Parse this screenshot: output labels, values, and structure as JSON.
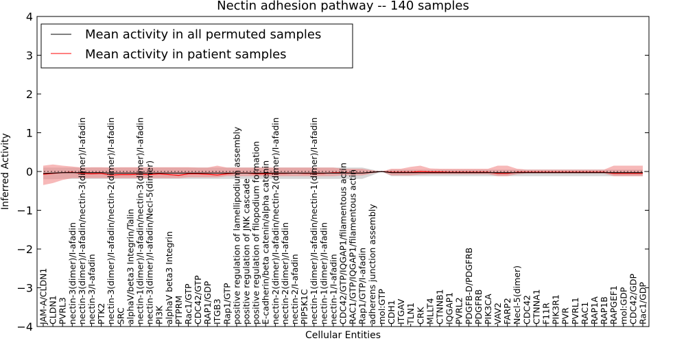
{
  "chart_data": {
    "type": "line",
    "title": "Nectin adhesion pathway -- 140 samples",
    "xlabel": "Cellular Entities",
    "ylabel": "Inferred Activity",
    "ylim": [
      -4,
      4
    ],
    "yticks": [
      -4,
      -3,
      -2,
      -1,
      0,
      1,
      2,
      3,
      4
    ],
    "legend_position": "top-left",
    "categories": [
      "JAM-A/CLDN1",
      "CLDN1",
      "PVRL3",
      "nectin-3(dimer)/I-afadin",
      "nectin-3(dimer)/I-afadin/nectin-3(dimer)/I-afadin",
      "nectin-3/I-afadin",
      "PTK2",
      "nectin-3(dimer)/I-afadin/nectin-2(dimer)/I-afadin",
      "SRC",
      "alphaV/beta3 Integrin/Talin",
      "nectin-1(dimer)/I-afadin/nectin-3(dimer)/I-afadin",
      "nectin-3(dimer)/I-afadin/Necl-5(dimer)",
      "PI3K",
      "alphaV beta3 Integrin",
      "PTPRM",
      "Rac1/GTP",
      "CDC42/GTP",
      "RAP1/GDP",
      "ITGB3",
      "Rap1/GTP",
      "positive regulation of lamellipodium assembly",
      "positive regulation of JNK cascade",
      "positive regulation of filopodium formation",
      "E-cadherin/beta catenin/alpha catenin",
      "nectin-2(dimer)/I-afadin/nectin-2(dimer)/I-afadin",
      "nectin-2(dimer)/I-afadin",
      "nectin-2/I-afadin",
      "PIP5K1C",
      "nectin-1(dimer)/I-afadin/nectin-1(dimer)/I-afadin",
      "nectin-1(dimer)/I-afadin",
      "nectin-1/I-afadin",
      "CDC42/GTP/IQGAP1/filamentous actin",
      "RAC1/GTP/IQGAP1/filamentous actin",
      "Rap1/GTP/I-afadin",
      "adherens junction assembly",
      "mol:GTP",
      "CDH1",
      "ITGAV",
      "TLN1",
      "CRK",
      "MLLT4",
      "CTNNB1",
      "IQGAP1",
      "PVRL2",
      "PDGFB-D/PDGFRB",
      "PDGFRB",
      "PIK3CA",
      "VAV2",
      "FARP2",
      "Necl-5(dimer)",
      "CDC42",
      "CTNNA1",
      "F11R",
      "PIK3R1",
      "PVR",
      "PVRL1",
      "RAC1",
      "RAP1A",
      "RAP1B",
      "RAPGEF1",
      "mol:GDP",
      "CDC42/GDP",
      "Rac1/GDP"
    ],
    "series": [
      {
        "name": "Mean activity in all permuted samples",
        "color": "#000000",
        "band_color": "#bdbdbd",
        "values": [
          -0.05,
          -0.04,
          -0.03,
          -0.03,
          -0.03,
          -0.03,
          -0.03,
          -0.04,
          -0.04,
          -0.04,
          -0.04,
          -0.04,
          -0.04,
          -0.04,
          -0.04,
          -0.04,
          -0.04,
          -0.04,
          -0.04,
          -0.04,
          -0.04,
          -0.04,
          -0.04,
          -0.04,
          -0.04,
          -0.04,
          -0.04,
          -0.04,
          -0.04,
          -0.04,
          -0.04,
          -0.04,
          -0.04,
          -0.04,
          -0.02,
          0.0,
          -0.03,
          -0.03,
          -0.03,
          -0.03,
          -0.03,
          -0.03,
          -0.03,
          -0.03,
          -0.03,
          -0.03,
          -0.03,
          -0.03,
          -0.03,
          -0.03,
          -0.03,
          -0.03,
          -0.03,
          -0.03,
          -0.03,
          -0.03,
          -0.03,
          -0.03,
          -0.03,
          -0.03,
          -0.03,
          -0.03,
          -0.03
        ],
        "band_low": [
          -0.2,
          -0.2,
          -0.19,
          -0.19,
          -0.19,
          -0.19,
          -0.19,
          -0.19,
          -0.19,
          -0.19,
          -0.19,
          -0.19,
          -0.19,
          -0.19,
          -0.19,
          -0.19,
          -0.19,
          -0.19,
          -0.19,
          -0.19,
          -0.19,
          -0.19,
          -0.19,
          -0.19,
          -0.19,
          -0.19,
          -0.19,
          -0.19,
          -0.19,
          -0.19,
          -0.19,
          -0.19,
          -0.19,
          -0.19,
          -0.1,
          0.0,
          -0.12,
          -0.12,
          -0.12,
          -0.12,
          -0.12,
          -0.12,
          -0.12,
          -0.12,
          -0.12,
          -0.12,
          -0.12,
          -0.12,
          -0.12,
          -0.12,
          -0.12,
          -0.12,
          -0.12,
          -0.12,
          -0.12,
          -0.12,
          -0.12,
          -0.12,
          -0.12,
          -0.12,
          -0.12,
          -0.12,
          -0.12
        ],
        "band_high": [
          0.1,
          0.1,
          0.1,
          0.1,
          0.1,
          0.1,
          0.1,
          0.1,
          0.1,
          0.1,
          0.1,
          0.1,
          0.1,
          0.1,
          0.1,
          0.1,
          0.1,
          0.1,
          0.1,
          0.1,
          0.1,
          0.1,
          0.1,
          0.1,
          0.1,
          0.1,
          0.1,
          0.1,
          0.1,
          0.1,
          0.1,
          0.1,
          0.1,
          0.1,
          0.05,
          0.0,
          0.05,
          0.05,
          0.05,
          0.05,
          0.05,
          0.05,
          0.05,
          0.05,
          0.05,
          0.05,
          0.05,
          0.05,
          0.05,
          0.05,
          0.05,
          0.05,
          0.05,
          0.05,
          0.05,
          0.05,
          0.05,
          0.05,
          0.05,
          0.05,
          0.05,
          0.05,
          0.05
        ]
      },
      {
        "name": "Mean activity in patient samples",
        "color": "#ff0000",
        "band_color": "#f08080",
        "values": [
          -0.07,
          -0.05,
          -0.03,
          -0.02,
          -0.05,
          -0.06,
          -0.05,
          -0.09,
          -0.08,
          -0.08,
          -0.07,
          -0.08,
          -0.06,
          -0.08,
          -0.1,
          -0.06,
          -0.06,
          -0.07,
          -0.09,
          -0.06,
          -0.04,
          -0.04,
          -0.06,
          -0.06,
          -0.05,
          -0.05,
          -0.04,
          -0.05,
          -0.05,
          -0.05,
          -0.03,
          -0.03,
          -0.04,
          -0.04,
          -0.02,
          0.0,
          -0.02,
          -0.02,
          -0.02,
          0.0,
          -0.01,
          -0.01,
          -0.02,
          -0.02,
          -0.02,
          -0.02,
          -0.02,
          -0.05,
          -0.05,
          -0.02,
          -0.02,
          -0.02,
          -0.02,
          -0.02,
          -0.02,
          -0.02,
          -0.02,
          -0.02,
          -0.02,
          -0.05,
          -0.05,
          -0.05,
          -0.05
        ],
        "band_low": [
          -0.35,
          -0.3,
          -0.22,
          -0.17,
          -0.17,
          -0.17,
          -0.17,
          -0.17,
          -0.17,
          -0.17,
          -0.17,
          -0.17,
          -0.17,
          -0.17,
          -0.17,
          -0.15,
          -0.15,
          -0.15,
          -0.15,
          -0.12,
          -0.12,
          -0.12,
          -0.12,
          -0.12,
          -0.12,
          -0.12,
          -0.12,
          -0.12,
          -0.12,
          -0.12,
          -0.12,
          -0.1,
          -0.1,
          -0.1,
          -0.05,
          0.0,
          -0.1,
          -0.1,
          -0.1,
          -0.08,
          -0.07,
          -0.07,
          -0.07,
          -0.07,
          -0.07,
          -0.07,
          -0.07,
          -0.12,
          -0.12,
          -0.07,
          -0.05,
          -0.05,
          -0.05,
          -0.05,
          -0.05,
          -0.05,
          -0.05,
          -0.05,
          -0.05,
          -0.12,
          -0.12,
          -0.12,
          -0.12
        ],
        "band_high": [
          0.15,
          0.18,
          0.15,
          0.13,
          0.1,
          0.11,
          0.11,
          0.1,
          0.11,
          0.11,
          0.11,
          0.11,
          0.11,
          0.11,
          0.11,
          0.11,
          0.1,
          0.1,
          0.15,
          0.1,
          0.1,
          0.1,
          0.1,
          0.1,
          0.1,
          0.1,
          0.1,
          0.1,
          0.1,
          0.1,
          0.1,
          0.07,
          0.07,
          0.07,
          0.03,
          0.0,
          0.07,
          0.07,
          0.12,
          0.15,
          0.08,
          0.07,
          0.07,
          0.07,
          0.07,
          0.07,
          0.07,
          0.15,
          0.15,
          0.07,
          0.05,
          0.05,
          0.05,
          0.05,
          0.05,
          0.05,
          0.05,
          0.05,
          0.05,
          0.15,
          0.15,
          0.15,
          0.15
        ]
      }
    ]
  }
}
